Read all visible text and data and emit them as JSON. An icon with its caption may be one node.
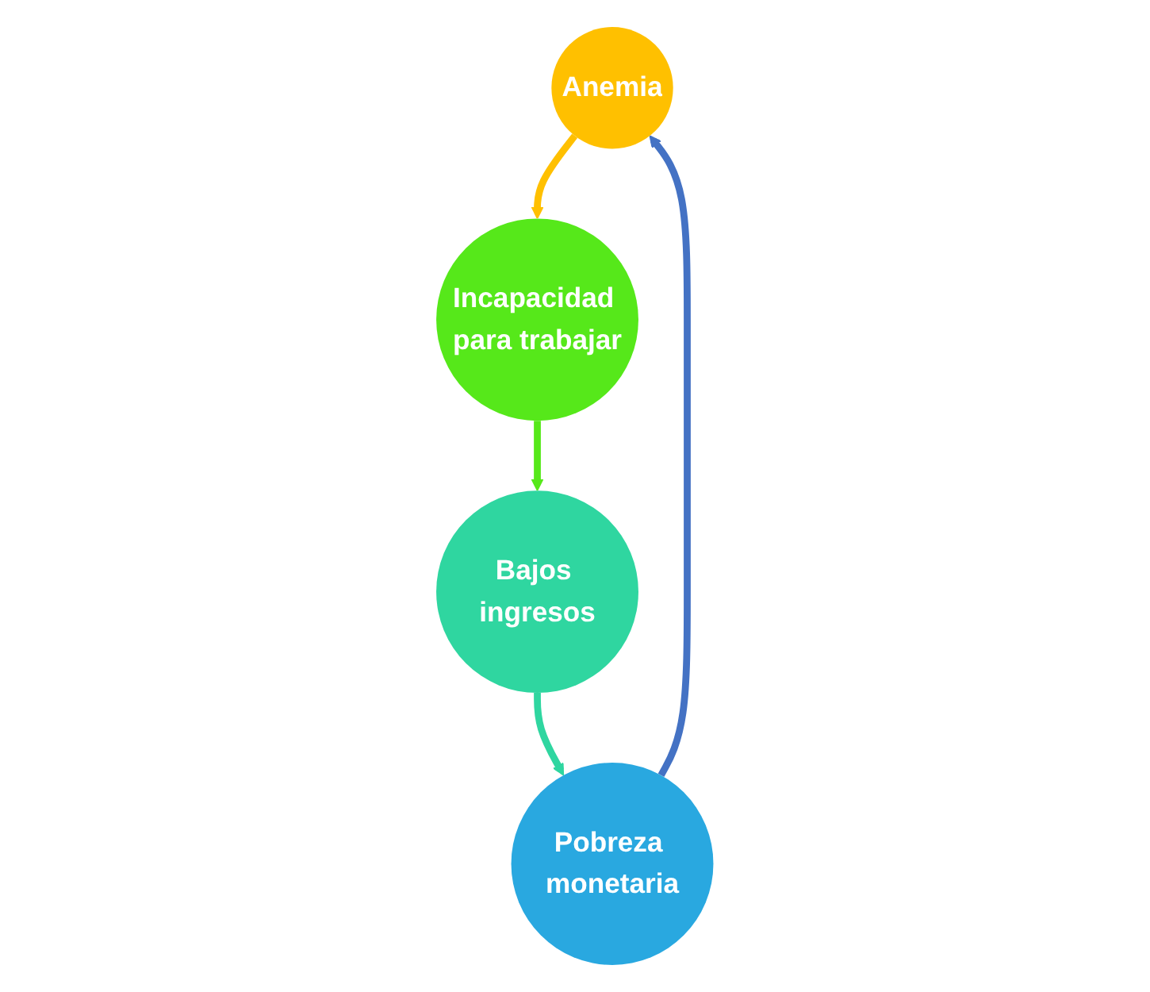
{
  "diagram": {
    "nodes": [
      {
        "text": [
          "Anemia"
        ]
      },
      {
        "text": [
          "Incapacidad para trabajar"
        ]
      },
      {
        "text": [
          "Bajos ingresos"
        ]
      },
      {
        "text": [
          "Pobreza monetaria"
        ]
      }
    ],
    "edges": [
      {
        "from": 0,
        "to": 1,
        "arrow": "to",
        "color": "#ffc000"
      },
      {
        "from": 1,
        "to": 2,
        "arrow": "to",
        "color": "#56e81a"
      },
      {
        "from": 2,
        "to": 3,
        "arrow": "to",
        "color": "#2fd6a0"
      },
      {
        "from": 3,
        "to": 0,
        "arrow": "to",
        "color": "#4472c4"
      }
    ]
  }
}
